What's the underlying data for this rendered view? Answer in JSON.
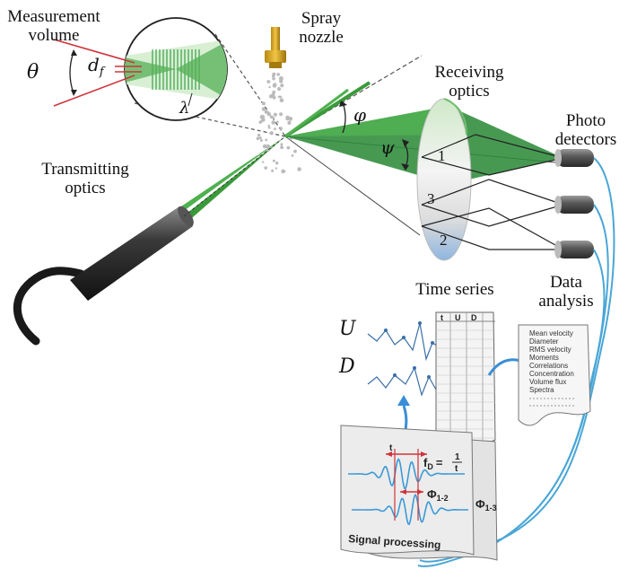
{
  "labels": {
    "measurement_volume": [
      "Measurement",
      "volume"
    ],
    "spray_nozzle": [
      "Spray",
      "nozzle"
    ],
    "receiving_optics": [
      "Receiving",
      "optics"
    ],
    "photo_detectors": [
      "Photo",
      "detectors"
    ],
    "transmitting_optics": [
      "Transmitting",
      "optics"
    ],
    "time_series": "Time series",
    "data_analysis": [
      "Data",
      "analysis"
    ]
  },
  "symbols": {
    "theta": "θ",
    "df_main": "d",
    "df_sub": "f",
    "lambda": "λ",
    "phi": "φ",
    "psi": "ψ",
    "u": "U",
    "d": "D"
  },
  "detectors": [
    "1",
    "2",
    "3"
  ],
  "table_headers": [
    "t",
    "U",
    "D"
  ],
  "results_list": [
    "Mean velocity",
    "Diameter",
    "RMS velocity",
    "Moments",
    "Correlations",
    "Concentration",
    "Volume flux",
    "Spectra"
  ],
  "signal_panel": {
    "caption": "Signal processing",
    "t_label": "t",
    "fd_label": "f",
    "fd_sub": "D",
    "fd_eq": "=",
    "fd_num": "1",
    "fd_den": "t",
    "phi12": "Φ",
    "phi12_sub": "1-2",
    "phi13": "Φ",
    "phi13_sub": "1-3"
  }
}
